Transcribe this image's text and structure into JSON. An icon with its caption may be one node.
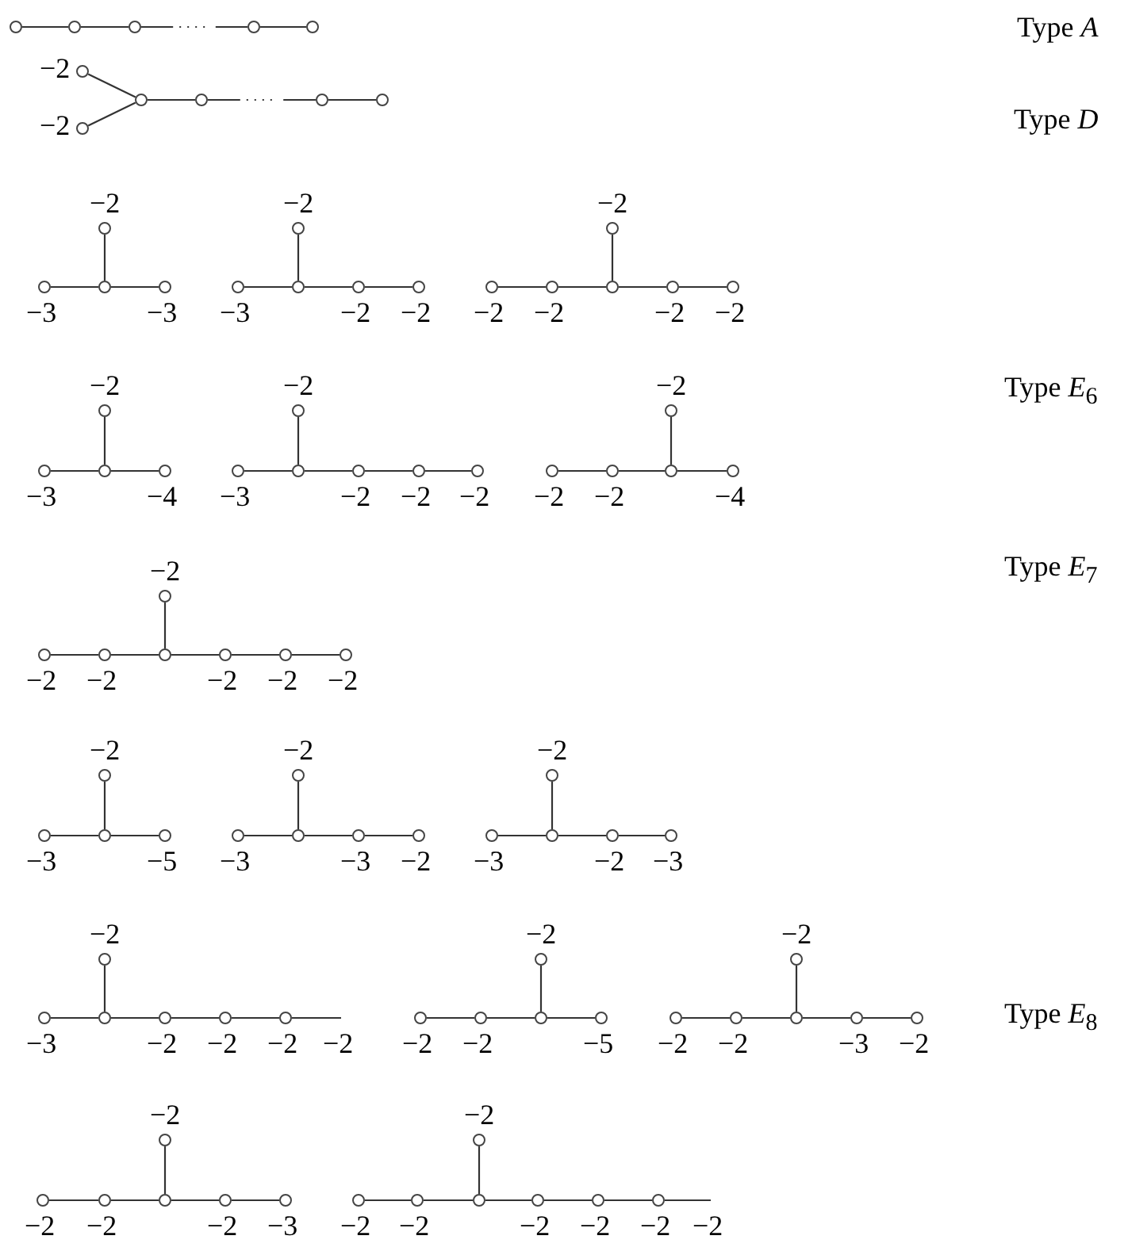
{
  "diagram": {
    "nodes": [
      {
        "text": [],
        "shape": "circle"
      },
      {
        "text": [],
        "shape": "circle"
      },
      {
        "text": [],
        "shape": "circle"
      },
      {
        "text": [],
        "shape": "circle"
      },
      {
        "text": [],
        "shape": "circle"
      },
      {
        "text": [],
        "shape": "circle",
        "beside": [
          "−2"
        ]
      },
      {
        "text": [],
        "shape": "circle",
        "beside": [
          "−2"
        ]
      },
      {
        "text": [],
        "shape": "circle"
      },
      {
        "text": [],
        "shape": "circle"
      },
      {
        "text": [],
        "shape": "circle"
      },
      {
        "text": [],
        "shape": "circle"
      },
      {
        "text": [],
        "shape": "circle",
        "beside": [
          "−2"
        ]
      },
      {
        "text": [],
        "shape": "circle",
        "beside": [
          "−3"
        ]
      },
      {
        "text": [],
        "shape": "circle"
      },
      {
        "text": [],
        "shape": "circle",
        "beside": [
          "−3"
        ]
      },
      {
        "text": [],
        "shape": "circle",
        "beside": [
          "−2"
        ]
      },
      {
        "text": [],
        "shape": "circle",
        "beside": [
          "−3"
        ]
      },
      {
        "text": [],
        "shape": "circle"
      },
      {
        "text": [],
        "shape": "circle",
        "beside": [
          "−2"
        ]
      },
      {
        "text": [],
        "shape": "circle",
        "beside": [
          "−2"
        ]
      },
      {
        "text": [],
        "shape": "circle",
        "beside": [
          "−2"
        ]
      },
      {
        "text": [],
        "shape": "circle",
        "beside": [
          "−2"
        ]
      },
      {
        "text": [],
        "shape": "circle",
        "beside": [
          "−2"
        ]
      },
      {
        "text": [],
        "shape": "circle"
      },
      {
        "text": [],
        "shape": "circle",
        "beside": [
          "−2"
        ]
      },
      {
        "text": [],
        "shape": "circle",
        "beside": [
          "−2"
        ]
      },
      {
        "text": [],
        "shape": "circle",
        "beside": [
          "−2"
        ]
      },
      {
        "text": [],
        "shape": "circle",
        "beside": [
          "−3"
        ]
      },
      {
        "text": [],
        "shape": "circle"
      },
      {
        "text": [],
        "shape": "circle",
        "beside": [
          "−4"
        ]
      },
      {
        "text": [],
        "shape": "circle",
        "beside": [
          "−2"
        ]
      },
      {
        "text": [],
        "shape": "circle",
        "beside": [
          "−3"
        ]
      },
      {
        "text": [],
        "shape": "circle"
      },
      {
        "text": [],
        "shape": "circle",
        "beside": [
          "−2"
        ]
      },
      {
        "text": [],
        "shape": "circle",
        "beside": [
          "−2"
        ]
      },
      {
        "text": [],
        "shape": "circle",
        "beside": [
          "−2"
        ]
      },
      {
        "text": [],
        "shape": "circle",
        "beside": [
          "−2"
        ]
      },
      {
        "text": [],
        "shape": "circle",
        "beside": [
          "−2"
        ]
      },
      {
        "text": [],
        "shape": "circle",
        "beside": [
          "−2"
        ]
      },
      {
        "text": [],
        "shape": "circle"
      },
      {
        "text": [],
        "shape": "circle",
        "beside": [
          "−4"
        ]
      },
      {
        "text": [],
        "shape": "circle",
        "beside": [
          "−2"
        ]
      },
      {
        "text": [],
        "shape": "circle",
        "beside": [
          "−2"
        ]
      },
      {
        "text": [],
        "shape": "circle",
        "beside": [
          "−2"
        ]
      },
      {
        "text": [],
        "shape": "circle"
      },
      {
        "text": [],
        "shape": "circle",
        "beside": [
          "−2"
        ]
      },
      {
        "text": [],
        "shape": "circle",
        "beside": [
          "−2"
        ]
      },
      {
        "text": [],
        "shape": "circle",
        "beside": [
          "−2"
        ]
      },
      {
        "text": [],
        "shape": "circle",
        "beside": [
          "−2"
        ]
      },
      {
        "text": [],
        "shape": "circle",
        "beside": [
          "−3"
        ]
      },
      {
        "text": [],
        "shape": "circle"
      },
      {
        "text": [],
        "shape": "circle",
        "beside": [
          "−5"
        ]
      },
      {
        "text": [],
        "shape": "circle",
        "beside": [
          "−2"
        ]
      },
      {
        "text": [],
        "shape": "circle",
        "beside": [
          "−3"
        ]
      },
      {
        "text": [],
        "shape": "circle"
      },
      {
        "text": [],
        "shape": "circle",
        "beside": [
          "−3"
        ]
      },
      {
        "text": [],
        "shape": "circle",
        "beside": [
          "−2"
        ]
      },
      {
        "text": [],
        "shape": "circle",
        "beside": [
          "−2"
        ]
      },
      {
        "text": [],
        "shape": "circle",
        "beside": [
          "−3"
        ]
      },
      {
        "text": [],
        "shape": "circle"
      },
      {
        "text": [],
        "shape": "circle",
        "beside": [
          "−2"
        ]
      },
      {
        "text": [],
        "shape": "circle",
        "beside": [
          "−3"
        ]
      },
      {
        "text": [],
        "shape": "circle",
        "beside": [
          "−2"
        ]
      },
      {
        "text": [],
        "shape": "circle",
        "beside": [
          "−3"
        ]
      },
      {
        "text": [],
        "shape": "circle"
      },
      {
        "text": [],
        "shape": "circle",
        "beside": [
          "−2"
        ]
      },
      {
        "text": [],
        "shape": "circle",
        "beside": [
          "−2"
        ]
      },
      {
        "text": [],
        "shape": "circle",
        "beside": [
          "−2"
        ]
      },
      {
        "text": [],
        "shape": "circle",
        "beside": [
          "−2"
        ]
      },
      {
        "text": [],
        "shape": "circle",
        "beside": [
          "−2"
        ]
      },
      {
        "text": [],
        "shape": "circle",
        "beside": [
          "−2"
        ]
      },
      {
        "text": [],
        "shape": "circle"
      },
      {
        "text": [],
        "shape": "circle",
        "beside": [
          "−5"
        ]
      },
      {
        "text": [],
        "shape": "circle",
        "beside": [
          "−2"
        ]
      },
      {
        "text": [],
        "shape": "circle",
        "beside": [
          "−2"
        ]
      },
      {
        "text": [],
        "shape": "circle",
        "beside": [
          "−2"
        ]
      },
      {
        "text": [],
        "shape": "circle"
      },
      {
        "text": [],
        "shape": "circle",
        "beside": [
          "−3"
        ]
      },
      {
        "text": [],
        "shape": "circle",
        "beside": [
          "−2"
        ]
      },
      {
        "text": [],
        "shape": "circle",
        "beside": [
          "−2"
        ]
      },
      {
        "text": [],
        "shape": "circle",
        "beside": [
          "−2"
        ]
      },
      {
        "text": [],
        "shape": "circle",
        "beside": [
          "−2"
        ]
      },
      {
        "text": [],
        "shape": "circle"
      },
      {
        "text": [],
        "shape": "circle",
        "beside": [
          "−2"
        ]
      },
      {
        "text": [],
        "shape": "circle",
        "beside": [
          "−3"
        ]
      },
      {
        "text": [],
        "shape": "circle",
        "beside": [
          "−2"
        ]
      },
      {
        "text": [],
        "shape": "circle",
        "beside": [
          "−2"
        ]
      },
      {
        "text": [],
        "shape": "circle",
        "beside": [
          "−2"
        ]
      },
      {
        "text": [],
        "shape": "circle"
      },
      {
        "text": [],
        "shape": "circle",
        "beside": [
          "−2"
        ]
      },
      {
        "text": [],
        "shape": "circle",
        "beside": [
          "−2"
        ]
      },
      {
        "text": [],
        "shape": "circle",
        "beside": [
          "−2"
        ]
      }
    ],
    "edges": [
      {
        "from": 0,
        "to": 1,
        "arrow": "none"
      },
      {
        "from": 1,
        "to": 2,
        "arrow": "none"
      },
      {
        "from": 2,
        "to": 3,
        "arrow": "none",
        "style": "dashed"
      },
      {
        "from": 3,
        "to": 4,
        "arrow": "none"
      },
      {
        "from": 5,
        "to": 7,
        "arrow": "none"
      },
      {
        "from": 6,
        "to": 7,
        "arrow": "none"
      },
      {
        "from": 7,
        "to": 8,
        "arrow": "none"
      },
      {
        "from": 8,
        "to": 9,
        "arrow": "none",
        "style": "dashed"
      },
      {
        "from": 9,
        "to": 10,
        "arrow": "none"
      },
      {
        "from": 11,
        "to": 13,
        "arrow": "none"
      },
      {
        "from": 12,
        "to": 13,
        "arrow": "none"
      },
      {
        "from": 13,
        "to": 14,
        "arrow": "none"
      },
      {
        "from": 15,
        "to": 17,
        "arrow": "none"
      },
      {
        "from": 16,
        "to": 17,
        "arrow": "none"
      },
      {
        "from": 17,
        "to": 18,
        "arrow": "none"
      },
      {
        "from": 18,
        "to": 19,
        "arrow": "none"
      },
      {
        "from": 20,
        "to": 23,
        "arrow": "none"
      },
      {
        "from": 21,
        "to": 22,
        "arrow": "none"
      },
      {
        "from": 22,
        "to": 23,
        "arrow": "none"
      },
      {
        "from": 23,
        "to": 24,
        "arrow": "none"
      },
      {
        "from": 24,
        "to": 25,
        "arrow": "none"
      },
      {
        "from": 26,
        "to": 28,
        "arrow": "none"
      },
      {
        "from": 27,
        "to": 28,
        "arrow": "none"
      },
      {
        "from": 28,
        "to": 29,
        "arrow": "none"
      },
      {
        "from": 30,
        "to": 32,
        "arrow": "none"
      },
      {
        "from": 31,
        "to": 32,
        "arrow": "none"
      },
      {
        "from": 32,
        "to": 33,
        "arrow": "none"
      },
      {
        "from": 33,
        "to": 34,
        "arrow": "none"
      },
      {
        "from": 34,
        "to": 35,
        "arrow": "none"
      },
      {
        "from": 36,
        "to": 39,
        "arrow": "none"
      },
      {
        "from": 37,
        "to": 38,
        "arrow": "none"
      },
      {
        "from": 38,
        "to": 39,
        "arrow": "none"
      },
      {
        "from": 39,
        "to": 40,
        "arrow": "none"
      },
      {
        "from": 41,
        "to": 44,
        "arrow": "none"
      },
      {
        "from": 42,
        "to": 43,
        "arrow": "none"
      },
      {
        "from": 43,
        "to": 44,
        "arrow": "none"
      },
      {
        "from": 44,
        "to": 45,
        "arrow": "none"
      },
      {
        "from": 45,
        "to": 46,
        "arrow": "none"
      },
      {
        "from": 46,
        "to": 47,
        "arrow": "none"
      },
      {
        "from": 48,
        "to": 50,
        "arrow": "none"
      },
      {
        "from": 49,
        "to": 50,
        "arrow": "none"
      },
      {
        "from": 50,
        "to": 51,
        "arrow": "none"
      },
      {
        "from": 52,
        "to": 54,
        "arrow": "none"
      },
      {
        "from": 53,
        "to": 54,
        "arrow": "none"
      },
      {
        "from": 54,
        "to": 55,
        "arrow": "none"
      },
      {
        "from": 55,
        "to": 56,
        "arrow": "none"
      },
      {
        "from": 57,
        "to": 59,
        "arrow": "none"
      },
      {
        "from": 58,
        "to": 59,
        "arrow": "none"
      },
      {
        "from": 59,
        "to": 60,
        "arrow": "none"
      },
      {
        "from": 60,
        "to": 61,
        "arrow": "none"
      },
      {
        "from": 62,
        "to": 64,
        "arrow": "none"
      },
      {
        "from": 63,
        "to": 64,
        "arrow": "none"
      },
      {
        "from": 64,
        "to": 65,
        "arrow": "none"
      },
      {
        "from": 65,
        "to": 66,
        "arrow": "none"
      },
      {
        "from": 66,
        "to": 67,
        "arrow": "none"
      },
      {
        "from": 67,
        "to": null,
        "arrow": "none"
      },
      {
        "from": 68,
        "to": 71,
        "arrow": "none"
      },
      {
        "from": 69,
        "to": 70,
        "arrow": "none"
      },
      {
        "from": 70,
        "to": 71,
        "arrow": "none"
      },
      {
        "from": 71,
        "to": 72,
        "arrow": "none"
      },
      {
        "from": 73,
        "to": 76,
        "arrow": "none"
      },
      {
        "from": 74,
        "to": 75,
        "arrow": "none"
      },
      {
        "from": 75,
        "to": 76,
        "arrow": "none"
      },
      {
        "from": 76,
        "to": 77,
        "arrow": "none"
      },
      {
        "from": 77,
        "to": 78,
        "arrow": "none"
      },
      {
        "from": 79,
        "to": 82,
        "arrow": "none"
      },
      {
        "from": 80,
        "to": 81,
        "arrow": "none"
      },
      {
        "from": 81,
        "to": 82,
        "arrow": "none"
      },
      {
        "from": 82,
        "to": 83,
        "arrow": "none"
      },
      {
        "from": 83,
        "to": 84,
        "arrow": "none"
      },
      {
        "from": 85,
        "to": 88,
        "arrow": "none"
      },
      {
        "from": 86,
        "to": 87,
        "arrow": "none"
      },
      {
        "from": 87,
        "to": 88,
        "arrow": "none"
      },
      {
        "from": 88,
        "to": 89,
        "arrow": "none"
      },
      {
        "from": 89,
        "to": 90,
        "arrow": "none"
      },
      {
        "from": 90,
        "to": 91,
        "arrow": "none"
      },
      {
        "from": 91,
        "to": null,
        "arrow": "none"
      }
    ],
    "labels": [
      "Type *A*",
      "Type *D*",
      "Type *E*$_{6}$",
      "Type *E*$_{7}$",
      "Type *E*$_{8}$",
      "−2",
      "−2"
    ]
  }
}
